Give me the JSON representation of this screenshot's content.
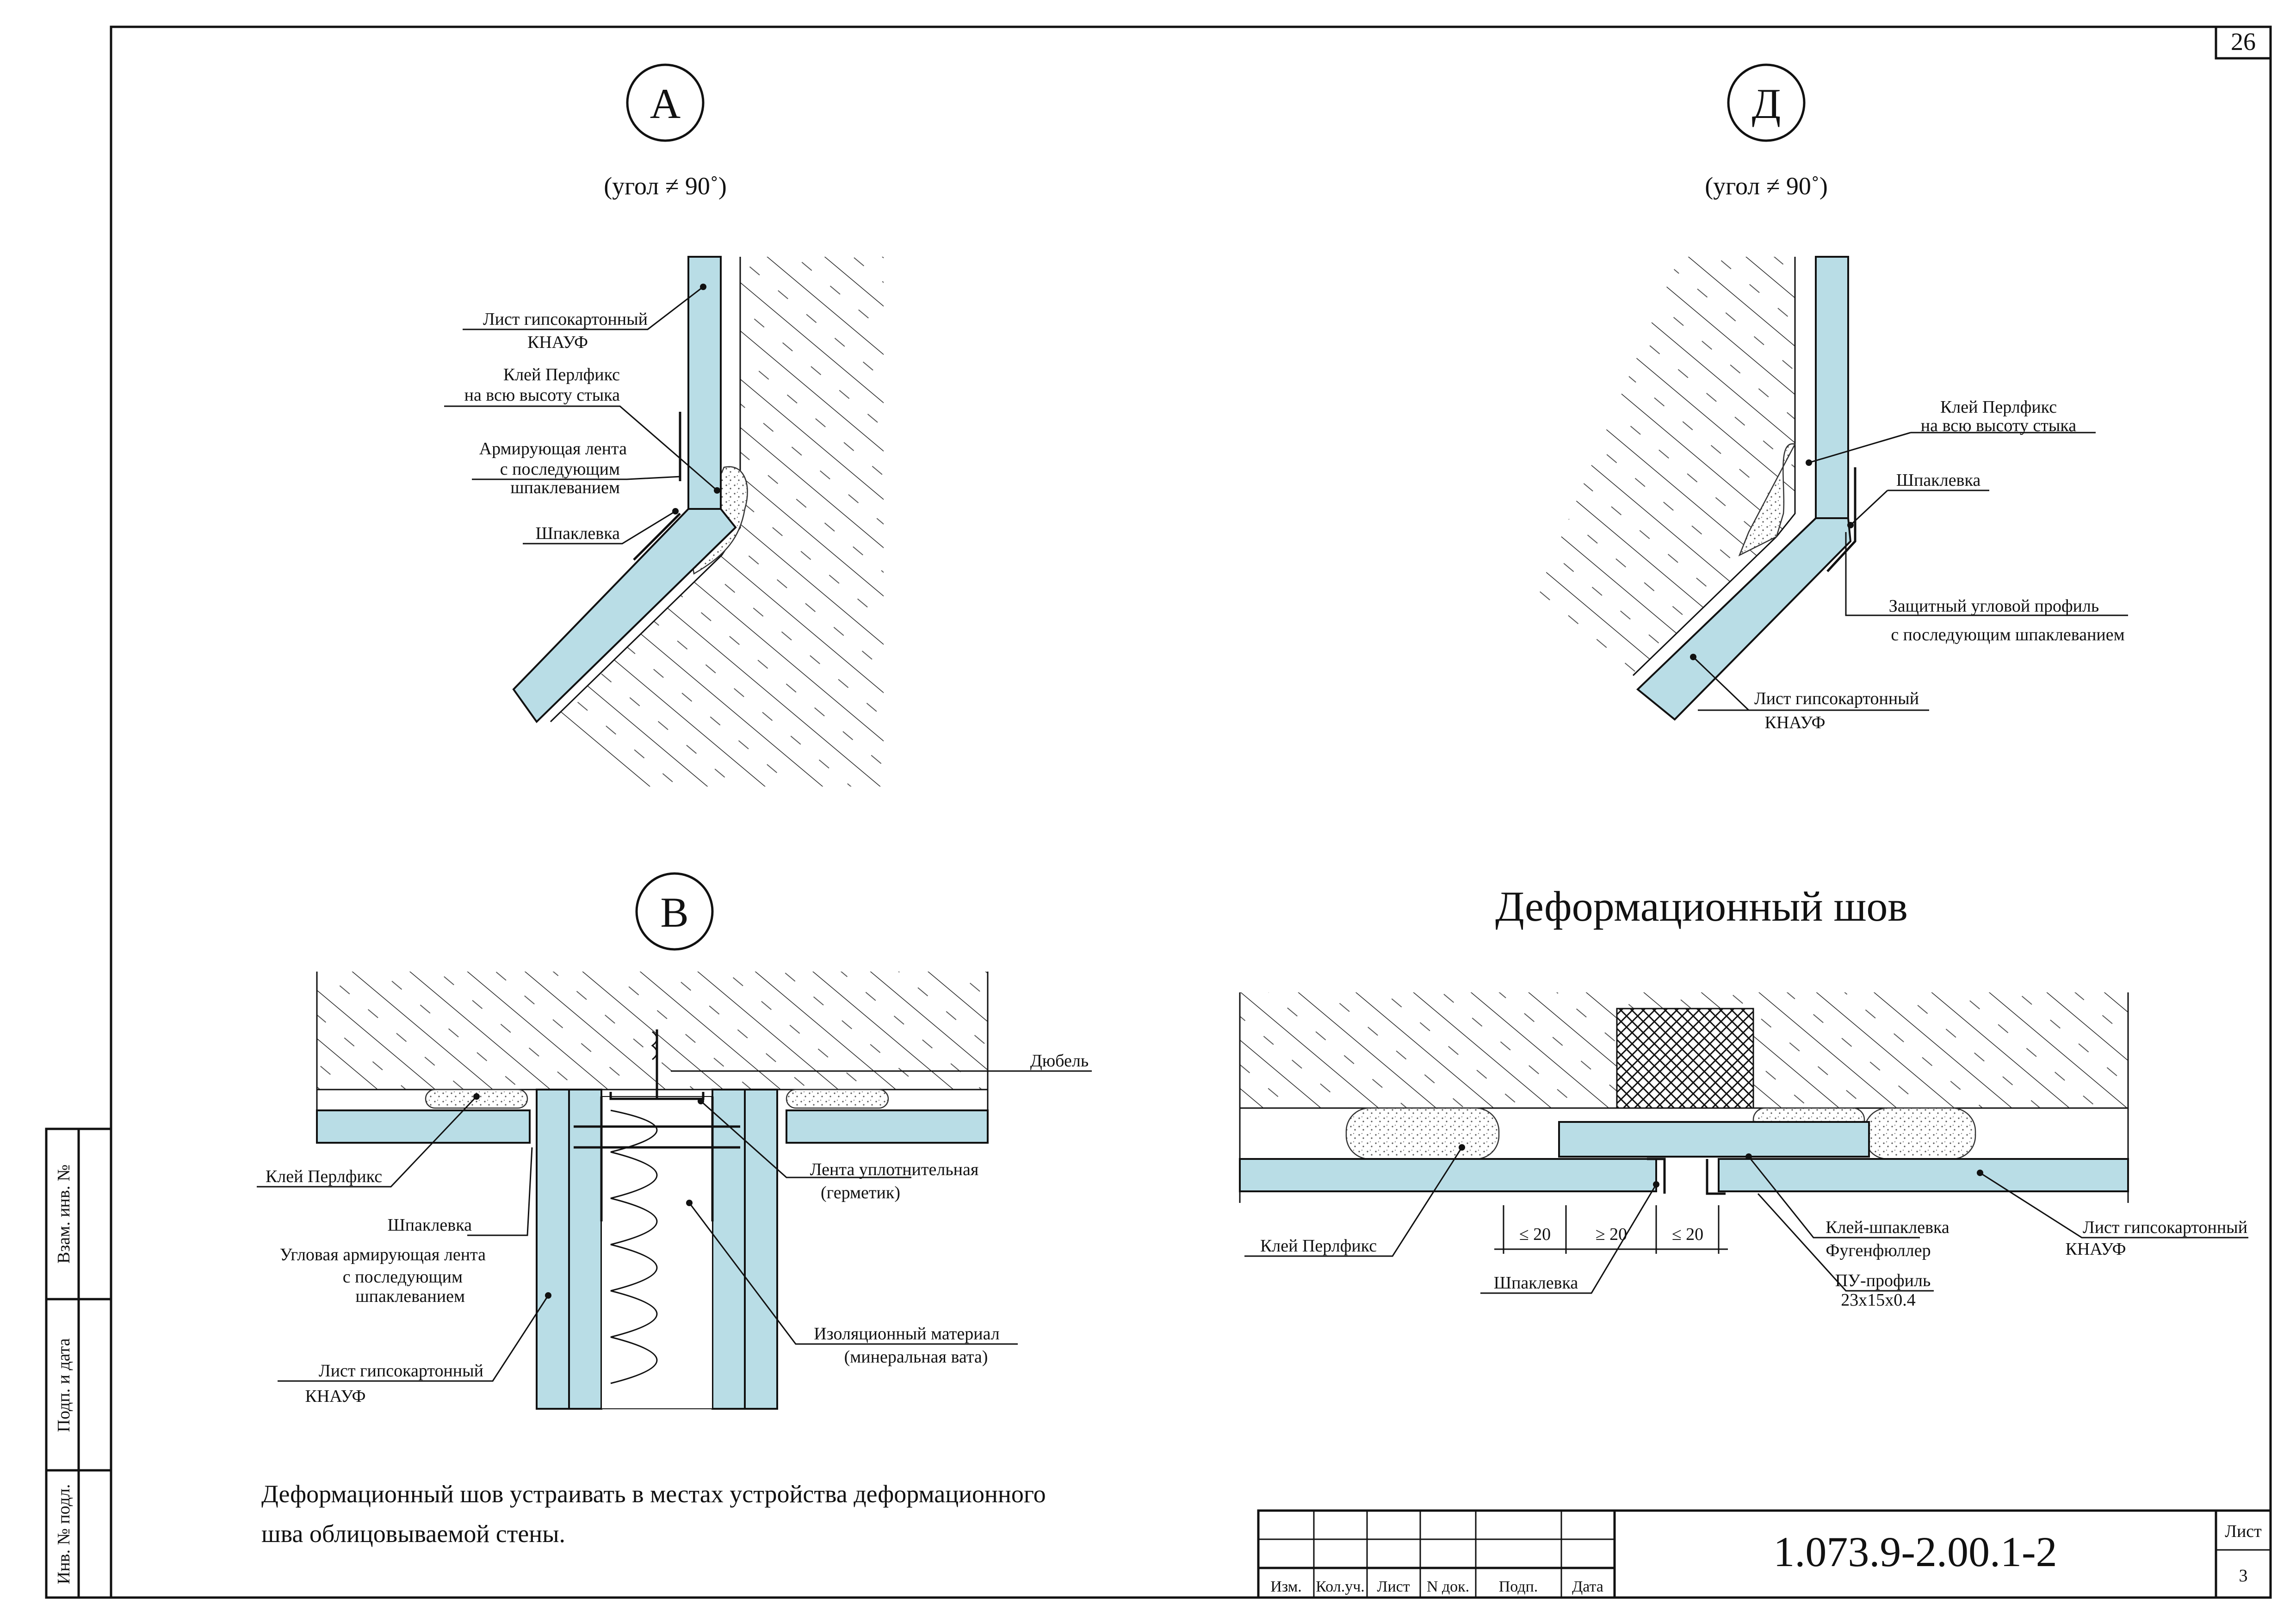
{
  "sheet": {
    "page_number": "26",
    "note": "Деформационный шов устраивать в местах устройства деформационного шва облицовываемой стены.",
    "side_stamp": [
      "Взам. инв. №",
      "Подп. и дата",
      "Инв. № подл."
    ]
  },
  "title_block": {
    "code": "1.073.9-2.00.1-2",
    "columns": [
      "Изм.",
      "Кол.уч.",
      "Лист",
      "N док.",
      "Подп.",
      "Дата"
    ],
    "sheet_label": "Лист",
    "sheet_no": "3"
  },
  "details": {
    "A": {
      "mark": "А",
      "subtitle": "(угол ≠ 90˚)",
      "labels": {
        "sheet1": "Лист гипсокартонный",
        "sheet2": "КНАУФ",
        "glue1": "Клей Перлфикс",
        "glue2": "на всю высоту стыка",
        "tape1": "Армирующая лента",
        "tape2": "с последующим",
        "tape3": "шпаклеванием",
        "putty": "Шпаклевка"
      }
    },
    "D": {
      "mark": "Д",
      "subtitle": "(угол ≠ 90˚)",
      "labels": {
        "glue1": "Клей Перлфикс",
        "glue2": "на всю высоту стыка",
        "putty": "Шпаклевка",
        "prof1": "Защитный угловой профиль",
        "prof2": "с последующим шпаклеванием",
        "sheet1": "Лист гипсокартонный",
        "sheet2": "КНАУФ"
      }
    },
    "V": {
      "mark": "В",
      "labels": {
        "dowel": "Дюбель",
        "glue": "Клей Перлфикс",
        "seal1": "Лента уплотнительная",
        "seal2": "(герметик)",
        "putty": "Шпаклевка",
        "tape1": "Угловая армирующая лента",
        "tape2": "с последующим",
        "tape3": "шпаклеванием",
        "sheet1": "Лист гипсокартонный",
        "sheet2": "КНАУФ",
        "ins1": "Изоляционный материал",
        "ins2": "(минеральная вата)"
      }
    },
    "joint": {
      "title": "Деформационный шов",
      "labels": {
        "glue": "Клей Перлфикс",
        "putty": "Шпаклевка",
        "gluefill": "Клей-шпаклевка",
        "fugen": "Фугенфюллер",
        "pu1": "ПУ-профиль",
        "pu2": "23х15х0.4",
        "sheet1": "Лист гипсокартонный",
        "sheet2": "КНАУФ",
        "dim1": "≤ 20",
        "dim2": "≥ 20",
        "dim3": "≤ 20"
      }
    }
  },
  "colors": {
    "board": "#b9dde6",
    "line": "#111111"
  }
}
